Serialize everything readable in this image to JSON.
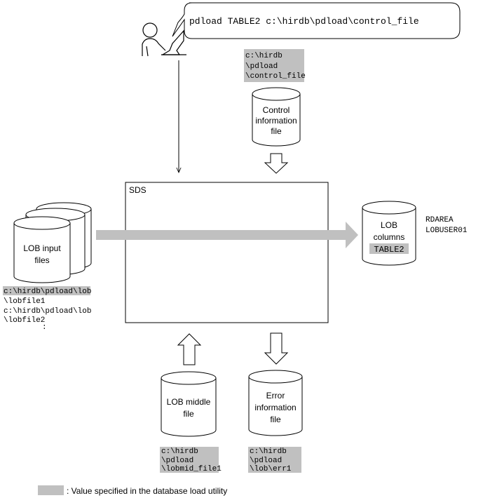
{
  "command": {
    "text": "pdload TABLE2 c:\\hirdb\\pdload\\control_file"
  },
  "control_file": {
    "path_lines": [
      "c:\\hirdb",
      "\\pdload",
      "\\control_file"
    ],
    "label_lines": [
      "Control",
      "information",
      "file"
    ]
  },
  "server": {
    "label": "SDS"
  },
  "lob_input": {
    "label_lines": [
      "LOB input",
      "files"
    ],
    "path_lines": [
      "c:\\hirdb\\pdload\\lob",
      "\\lobfile1",
      "c:\\hirdb\\pdload\\lob",
      "\\lobfile2",
      ":"
    ]
  },
  "lob_columns": {
    "label_lines": [
      "LOB",
      "columns"
    ],
    "table": "TABLE2",
    "rdarea_lines": [
      "RDAREA",
      "LOBUSER01"
    ]
  },
  "lob_middle": {
    "label_lines": [
      "LOB middle",
      "file"
    ],
    "path_lines": [
      "c:\\hirdb",
      "\\pdload",
      "\\lobmid_file1"
    ]
  },
  "error_file": {
    "label_lines": [
      "Error",
      "information",
      "file"
    ],
    "path_lines": [
      "c:\\hirdb",
      "\\pdload",
      "\\lob\\err1"
    ]
  },
  "legend": {
    "text": ": Value specified in the database load utility"
  },
  "colors": {
    "highlight": "#c0c0c0",
    "arrow": "#c0c0c0",
    "line": "#000000"
  },
  "icons": {
    "user": "person-at-terminal-icon"
  }
}
